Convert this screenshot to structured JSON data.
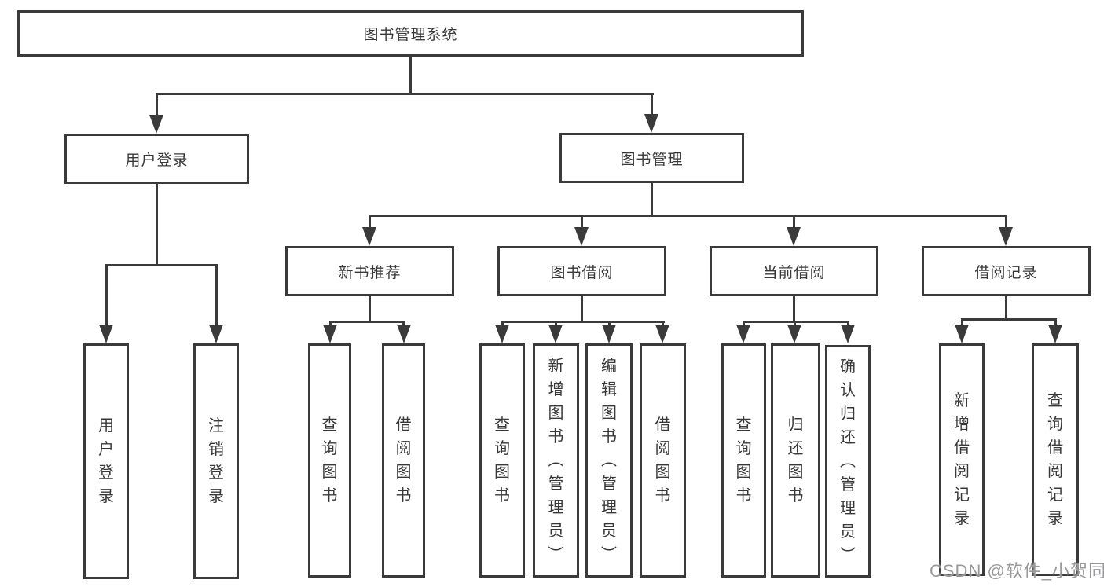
{
  "diagram": {
    "root": "图书管理系统",
    "level2": {
      "user_login": "用户登录",
      "book_management": "图书管理"
    },
    "level3": {
      "new_book_recommend": "新书推荐",
      "book_borrow": "图书借阅",
      "current_borrow": "当前借阅",
      "borrow_records": "借阅记录"
    },
    "leaves": {
      "user_login": "用户登录",
      "logout": "注销登录",
      "nb_query_books": "查询图书",
      "nb_borrow_books": "借阅图书",
      "bb_query_books": "查询图书",
      "bb_add_books_admin": "新增图书（管理员）",
      "bb_edit_books_admin": "编辑图书（管理员）",
      "bb_borrow_books": "借阅图书",
      "cb_query_books": "查询图书",
      "cb_return_books": "归还图书",
      "cb_confirm_return_admin": "确认归还（管理员）",
      "br_add_record": "新增借阅记录",
      "br_query_record": "查询借阅记录"
    }
  },
  "watermark": "CSDN @软件_小贺同学"
}
